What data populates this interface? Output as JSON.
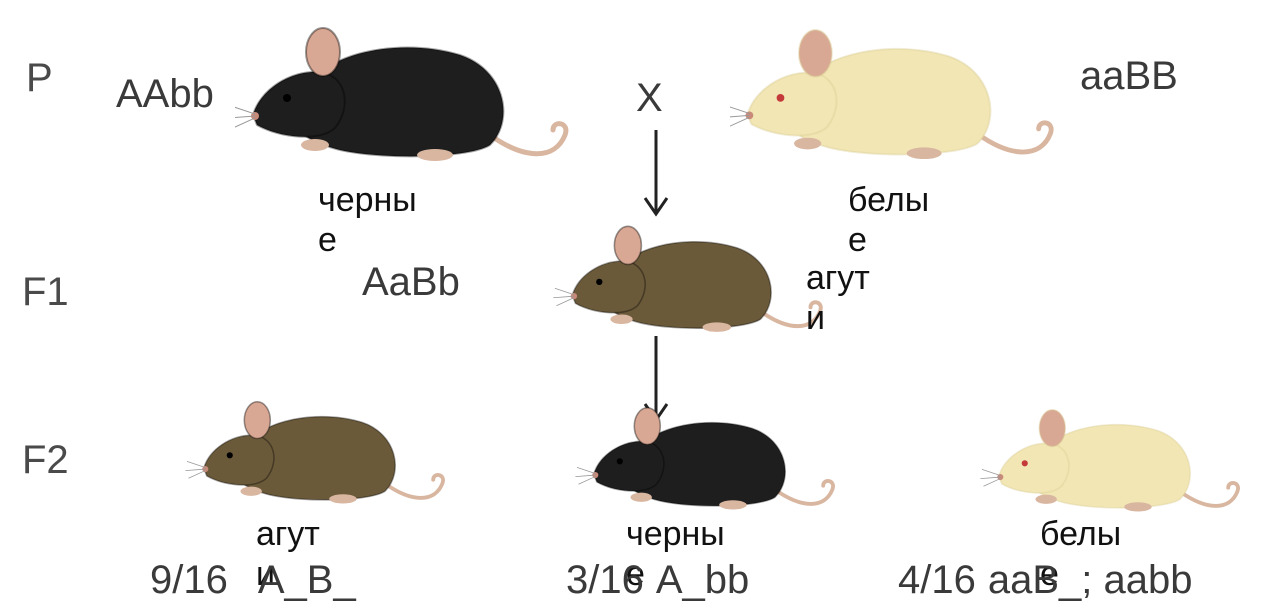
{
  "generations": {
    "p": "P",
    "f1": "F1",
    "f2": "F2"
  },
  "cross_symbol": "X",
  "parents": {
    "left": {
      "genotype": "AAbb",
      "phenotype_line1": "черны",
      "phenotype_line2": "е",
      "fur": "black"
    },
    "right": {
      "genotype": "aaBB",
      "phenotype_line1": "белы",
      "phenotype_line2": "е",
      "fur": "white"
    }
  },
  "f1": {
    "genotype": "AaBb",
    "phenotype_line1": "агут",
    "phenotype_line2": "и",
    "fur": "agouti"
  },
  "f2": [
    {
      "ratio": "9/16",
      "genotype": "A_B_",
      "phenotype_line1": "агут",
      "phenotype_line2": "и",
      "fur": "agouti"
    },
    {
      "ratio": "3/16",
      "genotype": "A_bb",
      "phenotype_line1": "черны",
      "phenotype_line2": "е",
      "fur": "black"
    },
    {
      "ratio": "4/16",
      "genotype": "aaB_; aabb",
      "phenotype_line1": "белы",
      "phenotype_line2": "е",
      "fur": "white"
    }
  ],
  "colors": {
    "black": "#1e1e1e",
    "agouti": "#6b5a3a",
    "white": "#f1e6b4",
    "tail": "#d9b6a0",
    "ear": "#d9a894"
  }
}
